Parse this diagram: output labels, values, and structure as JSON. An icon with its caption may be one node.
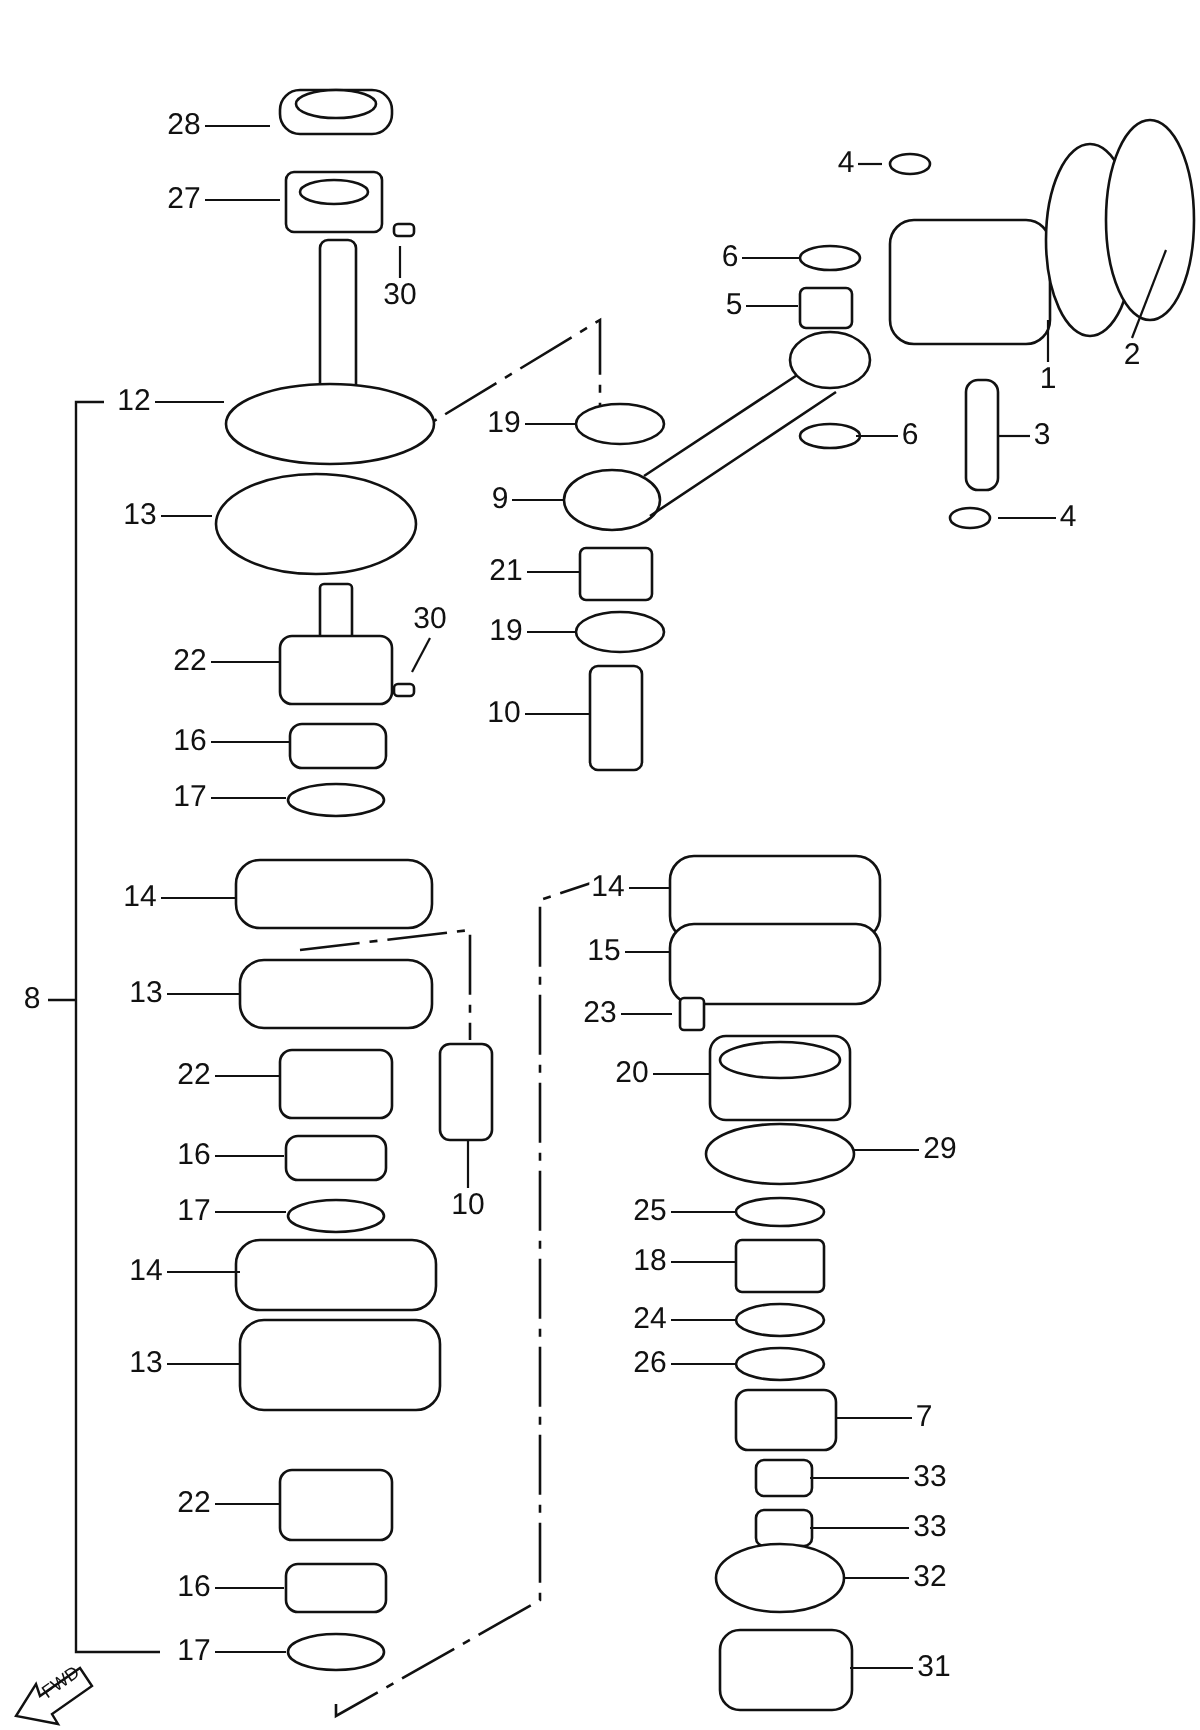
{
  "diagram": {
    "nodes": [
      {
        "text": [
          "28"
        ]
      },
      {
        "text": [
          "4"
        ]
      },
      {
        "text": [
          "27"
        ]
      },
      {
        "text": [
          "6"
        ]
      },
      {
        "text": [
          "30"
        ]
      },
      {
        "text": [
          "5"
        ]
      },
      {
        "text": [
          "2"
        ]
      },
      {
        "text": [
          "1"
        ]
      },
      {
        "text": [
          "12"
        ]
      },
      {
        "text": [
          "19"
        ]
      },
      {
        "text": [
          "6"
        ]
      },
      {
        "text": [
          "3"
        ]
      },
      {
        "text": [
          "9"
        ]
      },
      {
        "text": [
          "13"
        ]
      },
      {
        "text": [
          "4"
        ]
      },
      {
        "text": [
          "21"
        ]
      },
      {
        "text": [
          "30"
        ]
      },
      {
        "text": [
          "19"
        ]
      },
      {
        "text": [
          "22"
        ]
      },
      {
        "text": [
          "10"
        ]
      },
      {
        "text": [
          "16"
        ]
      },
      {
        "text": [
          "17"
        ]
      },
      {
        "text": [
          "14"
        ]
      },
      {
        "text": [
          "14"
        ]
      },
      {
        "text": [
          "15"
        ]
      },
      {
        "text": [
          "13"
        ]
      },
      {
        "text": [
          "8"
        ]
      },
      {
        "text": [
          "23"
        ]
      },
      {
        "text": [
          "20"
        ]
      },
      {
        "text": [
          "22"
        ]
      },
      {
        "text": [
          "29"
        ]
      },
      {
        "text": [
          "16"
        ]
      },
      {
        "text": [
          "10"
        ]
      },
      {
        "text": [
          "25"
        ]
      },
      {
        "text": [
          "17"
        ]
      },
      {
        "text": [
          "18"
        ]
      },
      {
        "text": [
          "14"
        ]
      },
      {
        "text": [
          "24"
        ]
      },
      {
        "text": [
          "13"
        ]
      },
      {
        "text": [
          "26"
        ]
      },
      {
        "text": [
          "7"
        ]
      },
      {
        "text": [
          "33"
        ]
      },
      {
        "text": [
          "22"
        ]
      },
      {
        "text": [
          "33"
        ]
      },
      {
        "text": [
          "32"
        ]
      },
      {
        "text": [
          "16"
        ]
      },
      {
        "text": [
          "17"
        ]
      },
      {
        "text": [
          "31"
        ]
      }
    ],
    "edges": [
      {
        "from": 0,
        "to": null,
        "arrow": "none"
      },
      {
        "from": 1,
        "to": null,
        "arrow": "none"
      },
      {
        "from": 2,
        "to": null,
        "arrow": "none"
      },
      {
        "from": 3,
        "to": null,
        "arrow": "none"
      },
      {
        "from": 4,
        "to": null,
        "arrow": "none"
      },
      {
        "from": 5,
        "to": null,
        "arrow": "none"
      },
      {
        "from": 6,
        "to": null,
        "arrow": "none"
      },
      {
        "from": 7,
        "to": null,
        "arrow": "none"
      },
      {
        "from": 8,
        "to": null,
        "arrow": "none"
      },
      {
        "from": 9,
        "to": null,
        "arrow": "none"
      },
      {
        "from": 10,
        "to": null,
        "arrow": "none"
      },
      {
        "from": 11,
        "to": null,
        "arrow": "none"
      },
      {
        "from": 12,
        "to": null,
        "arrow": "none"
      },
      {
        "from": 13,
        "to": null,
        "arrow": "none"
      },
      {
        "from": 14,
        "to": null,
        "arrow": "none"
      },
      {
        "from": 15,
        "to": null,
        "arrow": "none"
      },
      {
        "from": 16,
        "to": null,
        "arrow": "none"
      },
      {
        "from": 17,
        "to": null,
        "arrow": "none"
      },
      {
        "from": 18,
        "to": null,
        "arrow": "none"
      },
      {
        "from": 19,
        "to": null,
        "arrow": "none"
      },
      {
        "from": 20,
        "to": null,
        "arrow": "none"
      },
      {
        "from": 21,
        "to": null,
        "arrow": "none"
      },
      {
        "from": 22,
        "to": null,
        "arrow": "none"
      },
      {
        "from": 23,
        "to": null,
        "arrow": "none"
      },
      {
        "from": 24,
        "to": null,
        "arrow": "none"
      },
      {
        "from": 25,
        "to": null,
        "arrow": "none"
      },
      {
        "from": 27,
        "to": null,
        "arrow": "none"
      },
      {
        "from": 28,
        "to": null,
        "arrow": "none"
      },
      {
        "from": 29,
        "to": null,
        "arrow": "none"
      },
      {
        "from": 30,
        "to": null,
        "arrow": "none"
      },
      {
        "from": 31,
        "to": null,
        "arrow": "none"
      },
      {
        "from": 32,
        "to": null,
        "arrow": "none"
      },
      {
        "from": 33,
        "to": null,
        "arrow": "none"
      },
      {
        "from": 34,
        "to": null,
        "arrow": "none"
      },
      {
        "from": 35,
        "to": null,
        "arrow": "none"
      },
      {
        "from": 36,
        "to": null,
        "arrow": "none"
      },
      {
        "from": 37,
        "to": null,
        "arrow": "none"
      },
      {
        "from": 38,
        "to": null,
        "arrow": "none"
      },
      {
        "from": 39,
        "to": null,
        "arrow": "none"
      },
      {
        "from": 40,
        "to": null,
        "arrow": "none"
      },
      {
        "from": 41,
        "to": null,
        "arrow": "none"
      },
      {
        "from": 42,
        "to": null,
        "arrow": "none"
      },
      {
        "from": 43,
        "to": null,
        "arrow": "none"
      },
      {
        "from": 44,
        "to": null,
        "arrow": "none"
      },
      {
        "from": 45,
        "to": null,
        "arrow": "none"
      },
      {
        "from": 46,
        "to": null,
        "arrow": "none"
      },
      {
        "from": 47,
        "to": null,
        "arrow": "none"
      }
    ],
    "labels": [
      "FWD"
    ]
  }
}
